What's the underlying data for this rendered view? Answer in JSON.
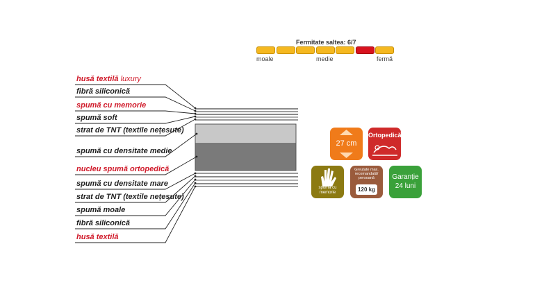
{
  "firmness": {
    "title": "Fermitate saltea: 6/7",
    "level": 6,
    "max": 7,
    "low_label": "moale",
    "mid_label": "medie",
    "high_label": "fermă",
    "colors": {
      "on": "#f5b820",
      "active": "#d8121e",
      "off": "#f5b820"
    }
  },
  "layers": [
    {
      "text": "husă textilă",
      "suffix": "luxury",
      "color": "red"
    },
    {
      "text": "fibră siliconică",
      "color": "black"
    },
    {
      "text": "spumă cu memorie",
      "color": "red"
    },
    {
      "text": "spumă soft",
      "color": "black"
    },
    {
      "text": "strat de TNT (textile nețesute)",
      "color": "black"
    },
    {
      "text": "spumă cu densitate medie",
      "color": "black"
    },
    {
      "text": "nucleu spumă ortopedică",
      "color": "red"
    },
    {
      "text": "spumă cu densitate mare",
      "color": "black"
    },
    {
      "text": "strat de TNT (textile nețesute)",
      "color": "black"
    },
    {
      "text": "spumă moale",
      "color": "black"
    },
    {
      "text": "fibră siliconică",
      "color": "black"
    },
    {
      "text": "husă textilă",
      "color": "red"
    }
  ],
  "badges": {
    "height": {
      "label": "27 cm",
      "color": "#f07b1a"
    },
    "orthopedic": {
      "label": "Ortopedică",
      "color": "#cf2a2a"
    },
    "memory": {
      "label": "spumă cu memorie",
      "color": "#8c7a12"
    },
    "weight": {
      "caption": "Greutate max. recomandată/ persoană",
      "value": "120 kg",
      "color": "#9a5b3c"
    },
    "warranty": {
      "line1": "Garanție",
      "line2": "24 luni",
      "color": "#3aa13a"
    }
  }
}
